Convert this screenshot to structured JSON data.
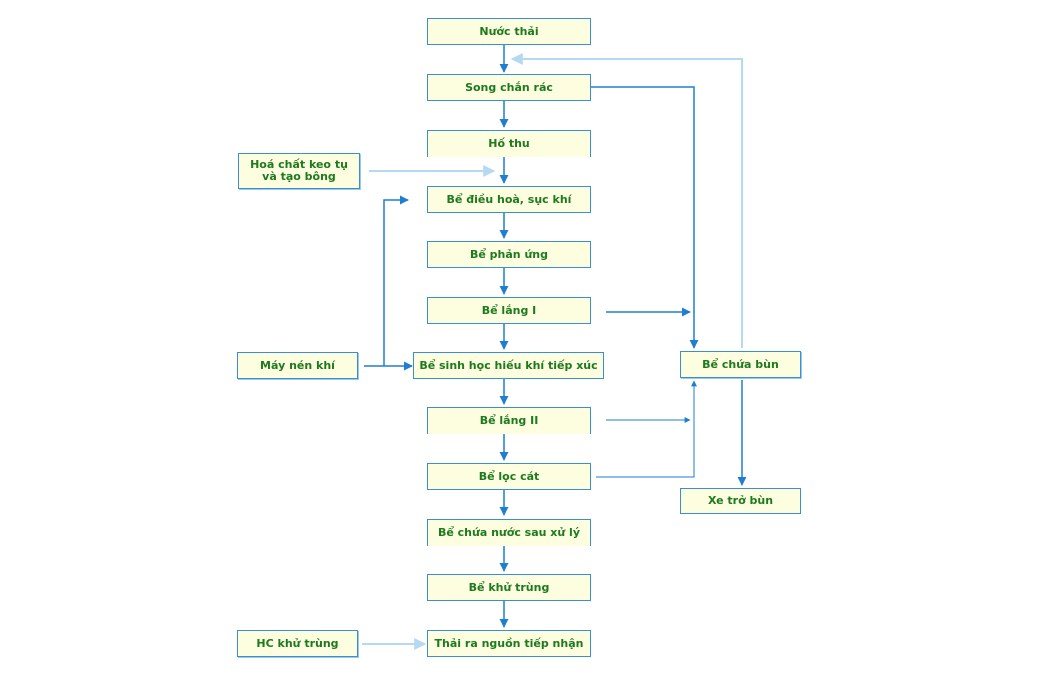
{
  "nodes": {
    "nuoc_thai": "Nước thải",
    "song_chan_rac": "Song chắn rác",
    "ho_thu": "Hố thu",
    "be_dieu_hoa": "Bể điều hoà, sục khí",
    "be_phan_ung": "Bể phản ứng",
    "be_lang_1": "Bể lắng I",
    "be_sinh_hoc": "Bể sinh học hiếu khí tiếp xúc",
    "be_lang_2": "Bể lắng II",
    "be_loc_cat": "Bể lọc cát",
    "be_chua_nuoc": "Bể chứa nước sau xử lý",
    "be_khu_trung": "Bể khử trùng",
    "thai_ra": "Thải ra nguồn tiếp nhận",
    "hoa_chat_line1": "Hoá chất keo tụ",
    "hoa_chat_line2": "và tạo bông",
    "may_nen_khi": "Máy nén khí",
    "hc_khu_trung": "HC khử trùng",
    "be_chua_bun": "Bể chứa bùn",
    "xe_cho_bun": "Xe trở bùn"
  },
  "colors": {
    "node_fill": "#fdfde0",
    "node_border": "#3a8fcf",
    "text": "#1d7a1d",
    "arrow_dark": "#1f7ed0",
    "arrow_light": "#b5d9f2"
  }
}
